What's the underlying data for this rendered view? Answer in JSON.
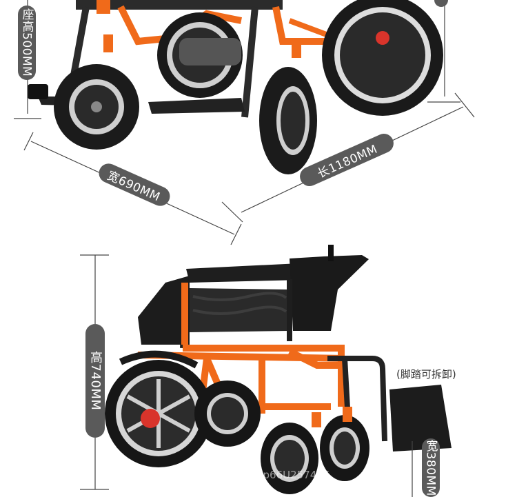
{
  "dimensions": {
    "seat_height": "座高500MM",
    "width_top": "宽690MM",
    "length": "长1180MM",
    "height": "高740MM",
    "width_folded": "宽380MM"
  },
  "note": "(脚踏可拆卸)",
  "watermark": "shop66U257446",
  "colors": {
    "frame": "#f06a1a",
    "tire": "#1b1b1b",
    "seat": "#2a2a2a",
    "label_bg": "#5a5a5a",
    "hub": "#d9342b"
  }
}
